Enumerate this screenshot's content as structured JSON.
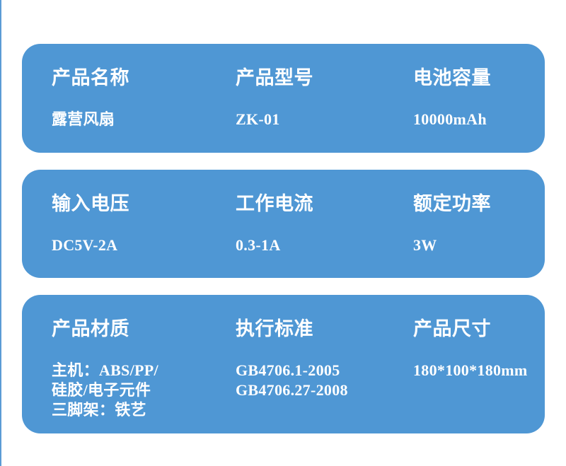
{
  "page": {
    "background_color": "#ffffff",
    "card_color": "#4f97d4",
    "text_color": "#ffffff",
    "left_edge_line_color": "#5b9bd5"
  },
  "cards": [
    {
      "columns": [
        {
          "label": "产品名称",
          "value_lines": [
            "露营风扇"
          ]
        },
        {
          "label": "产品型号",
          "value_lines": [
            "ZK-01"
          ]
        },
        {
          "label": "电池容量",
          "value_lines": [
            "10000mAh"
          ]
        }
      ]
    },
    {
      "columns": [
        {
          "label": "输入电压",
          "value_lines": [
            "DC5V-2A"
          ]
        },
        {
          "label": "工作电流",
          "value_lines": [
            "0.3-1A"
          ]
        },
        {
          "label": "额定功率",
          "value_lines": [
            "3W"
          ]
        }
      ]
    },
    {
      "columns": [
        {
          "label": "产品材质",
          "value_lines": [
            "主机：ABS/PP/",
            "硅胶/电子元件",
            "三脚架：铁艺"
          ]
        },
        {
          "label": "执行标准",
          "value_lines": [
            "GB4706.1-2005",
            "GB4706.27-2008"
          ]
        },
        {
          "label": "产品尺寸",
          "value_lines": [
            "180*100*180mm"
          ]
        }
      ]
    }
  ]
}
